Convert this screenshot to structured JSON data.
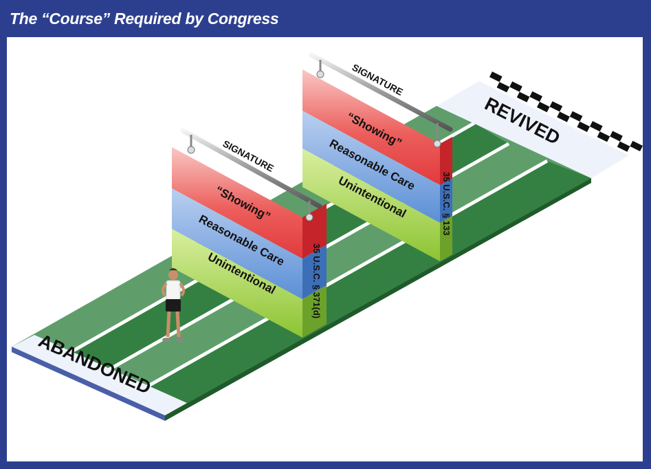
{
  "title": "The “Course” Required by Congress",
  "start_label": "ABANDONED",
  "finish_label": "REVIVED",
  "hurdles": [
    {
      "bar_label": "SIGNATURE",
      "layers": [
        "“Showing”",
        "Reasonable Care",
        "Unintentional"
      ],
      "statute": "35 U.S.C. § 371(d)"
    },
    {
      "bar_label": "SIGNATURE",
      "layers": [
        "“Showing”",
        "Reasonable Care",
        "Unintentional"
      ],
      "statute": "35 U.S.C. § 133"
    }
  ],
  "colors": {
    "frame": "#2c3f8f",
    "track_light": "#5f9e6a",
    "track_dark": "#2d7a3c",
    "layer_red": "#e8474a",
    "layer_blue": "#5b8fd6",
    "layer_green": "#9ccc3c"
  }
}
